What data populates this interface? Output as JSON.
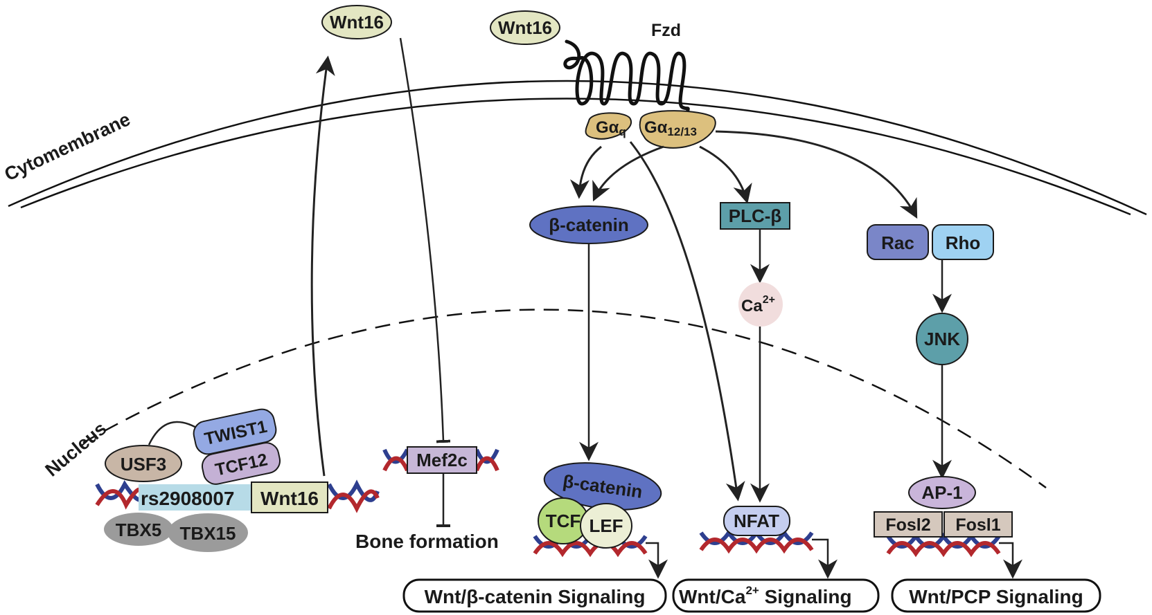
{
  "labels": {
    "cytomembrane": "Cytomembrane",
    "nucleus": "Nucleus",
    "wnt16_secreted": "Wnt16",
    "wnt16_ligand": "Wnt16",
    "fzd": "Fzd",
    "galpha_q_main": "Gα",
    "galpha_q_sub": "q",
    "galpha_1213_main": "Gα",
    "galpha_1213_sub": "12/13",
    "beta_catenin_cyto": "β-catenin",
    "beta_catenin_nuc": "β-catenin",
    "plc_beta": "PLC-β",
    "ca_main": "Ca",
    "ca_sup": "2+",
    "rac": "Rac",
    "rho": "Rho",
    "jnk": "JNK",
    "usf3": "USF3",
    "twist1": "TWIST1",
    "tcf12": "TCF12",
    "snp": "rs2908007",
    "wnt16_gene": "Wnt16",
    "tbx5": "TBX5",
    "tbx15": "TBX15",
    "mef2c": "Mef2c",
    "bone_formation": "Bone formation",
    "tcf": "TCF",
    "lef": "LEF",
    "nfat": "NFAT",
    "ap1": "AP-1",
    "fosl2": "Fosl2",
    "fosl1": "Fosl1"
  },
  "pathways": {
    "canonical": "Wnt/β-catenin Signaling",
    "calcium_pre": "Wnt/Ca",
    "calcium_sup": "2+",
    "calcium_post": " Signaling",
    "pcp": "Wnt/PCP Signaling"
  },
  "colors": {
    "wnt16": "#e3e6c2",
    "galpha": "#dcc07e",
    "beta_catenin": "#5f72c2",
    "plc": "#5d9fa9",
    "ca": "#f1dddd",
    "rac": "#7a86c8",
    "rho": "#9fd2f2",
    "jnk": "#5d9fa9",
    "usf3": "#c8b6a6",
    "twist1": "#94a9e3",
    "tcf12": "#c4b1d5",
    "snp_band": "#b7dbe7",
    "tbx": "#9b9b9b",
    "mef2c": "#c7b7d7",
    "tcf": "#b5da7c",
    "lef": "#ecefd5",
    "nfat": "#c5cef0",
    "ap1": "#c9b5da",
    "fosl": "#d5c8bd",
    "dna_blue": "#2e3f8f",
    "dna_red": "#b3282d"
  }
}
